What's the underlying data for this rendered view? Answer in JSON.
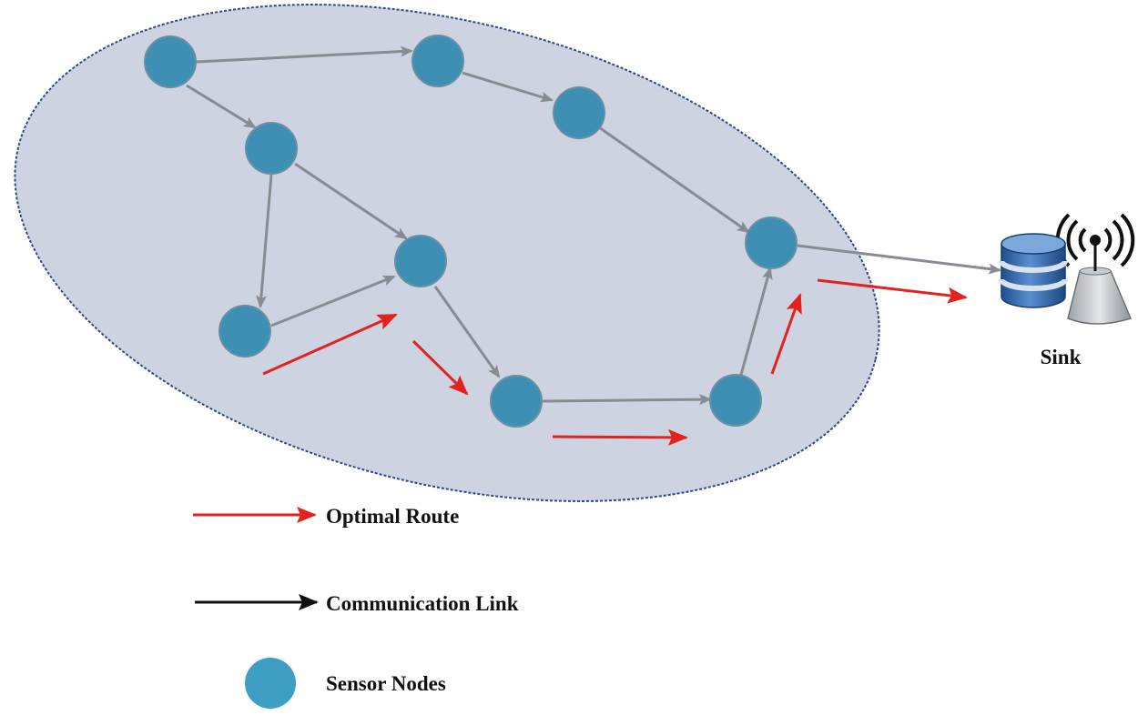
{
  "network": {
    "region_fill": "#cdd3e0",
    "region_border": "#2f4784",
    "node_color": "#3e8fb4",
    "node_border": "#6a8fa5",
    "link_color": "#888b92",
    "route_color": "#e2221f",
    "nodes": [
      {
        "id": "n1"
      },
      {
        "id": "n2"
      },
      {
        "id": "n3"
      },
      {
        "id": "n4"
      },
      {
        "id": "n5"
      },
      {
        "id": "n6"
      },
      {
        "id": "n7"
      },
      {
        "id": "n8"
      },
      {
        "id": "n9"
      },
      {
        "id": "n10"
      }
    ],
    "links": [
      {
        "from": "n1",
        "to": "n2"
      },
      {
        "from": "n2",
        "to": "n3"
      },
      {
        "from": "n3",
        "to": "n4"
      },
      {
        "from": "n1",
        "to": "n5"
      },
      {
        "from": "n5",
        "to": "n6"
      },
      {
        "from": "n5",
        "to": "n7"
      },
      {
        "from": "n7",
        "to": "n6"
      },
      {
        "from": "n6",
        "to": "n8"
      },
      {
        "from": "n8",
        "to": "n9"
      },
      {
        "from": "n9",
        "to": "n4"
      },
      {
        "from": "n4",
        "to": "sink"
      }
    ],
    "optimal_route": [
      "n7",
      "n6",
      "n8",
      "n9",
      "n4",
      "sink"
    ]
  },
  "sink": {
    "label": "Sink",
    "icon": "database-antenna-icon"
  },
  "legend": {
    "optimal_route": "Optimal Route",
    "communication_link": "Communication Link",
    "sensor_nodes": "Sensor Nodes",
    "optimal_route_color": "#e2221f",
    "communication_link_color": "#111111",
    "sensor_node_color": "#3e9ec4"
  }
}
